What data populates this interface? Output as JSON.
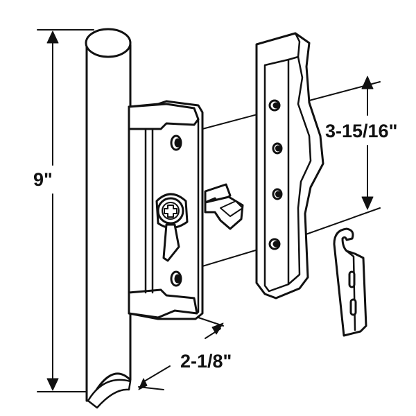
{
  "dimensions": {
    "height": "9\"",
    "hole_spacing": "3-15/16\"",
    "width": "2-1/8\""
  },
  "colors": {
    "line": "#111111",
    "fill": "#ffffff"
  }
}
